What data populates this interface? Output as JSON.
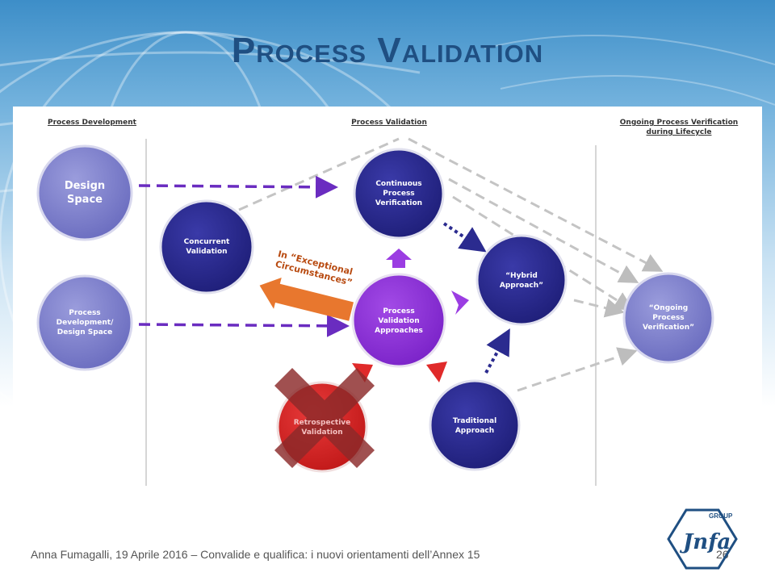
{
  "slide": {
    "title": "Process Validation",
    "footer": "Anna Fumagalli, 19 Aprile 2016 – Convalide e qualifica: i nuovi orientamenti dell’Annex 15",
    "page_number": "26"
  },
  "logo": {
    "text_top": "GROUP",
    "text_main": "Jnfa"
  },
  "diagram": {
    "columns": {
      "development": "Process Development",
      "validation": "Process Validation",
      "ongoing": "Ongoing Process Verification\nduring Lifecycle"
    },
    "nodes": {
      "design_space": "Design\nSpace",
      "process_dev": "Process\nDevelopment/\nDesign Space",
      "concurrent": "Concurrent\nValidation",
      "continuous": "Continuous\nProcess\nVerification",
      "approaches": "Process\nValidation\nApproaches",
      "hybrid": "“Hybrid\nApproach”",
      "traditional": "Traditional\nApproach",
      "retrospective": "Retrospective\nValidation",
      "ongoing": "“Ongoing\nProcess\nVerification”"
    },
    "exceptional_label": "In “Exceptional\nCircumstances”"
  },
  "colors": {
    "title": "#1f4f82",
    "dark_node": "#2b2b8f",
    "light_node": "#7a7cc9",
    "purple_node": "#8a2fd6",
    "red_node": "#d42020",
    "orange_arrow": "#e8772e",
    "cross": "#8c2a2a"
  }
}
